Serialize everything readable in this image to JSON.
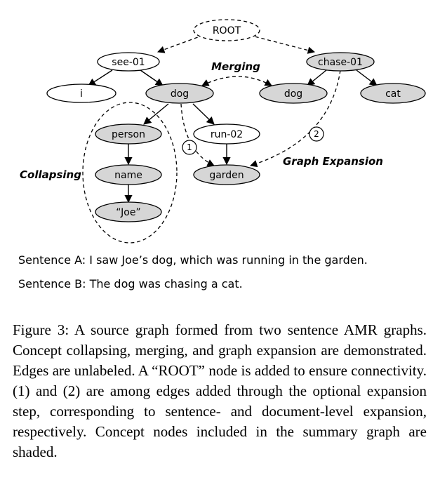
{
  "diagram": {
    "nodes": {
      "root": "ROOT",
      "see01": "see-01",
      "chase01": "chase-01",
      "i": "i",
      "dog_left": "dog",
      "dog_right": "dog",
      "cat": "cat",
      "person": "person",
      "run02": "run-02",
      "name": "name",
      "garden": "garden",
      "joe": "“Joe”"
    },
    "labels": {
      "merging": "Merging",
      "collapsing": "Collapsing",
      "graph_expansion": "Graph Expansion",
      "edge_1": "1",
      "edge_2": "2"
    },
    "colors": {
      "shaded": "#d6d6d6",
      "plain": "#ffffff",
      "stroke": "#000000"
    }
  },
  "sentences": {
    "a": "Sentence A:  I saw Joe’s dog, which was running in the garden.",
    "b": "Sentence B:  The dog was chasing a cat."
  },
  "caption": "Figure 3:  A source graph formed from two sentence AMR graphs.  Concept collapsing, merging, and graph expansion are demonstrated.  Edges are unlabeled.  A “ROOT” node is added to ensure connectivity.  (1) and (2) are among edges added through the optional expansion step, corresponding to sentence- and document-level expansion, respectively.  Concept nodes included in the summary graph are shaded."
}
